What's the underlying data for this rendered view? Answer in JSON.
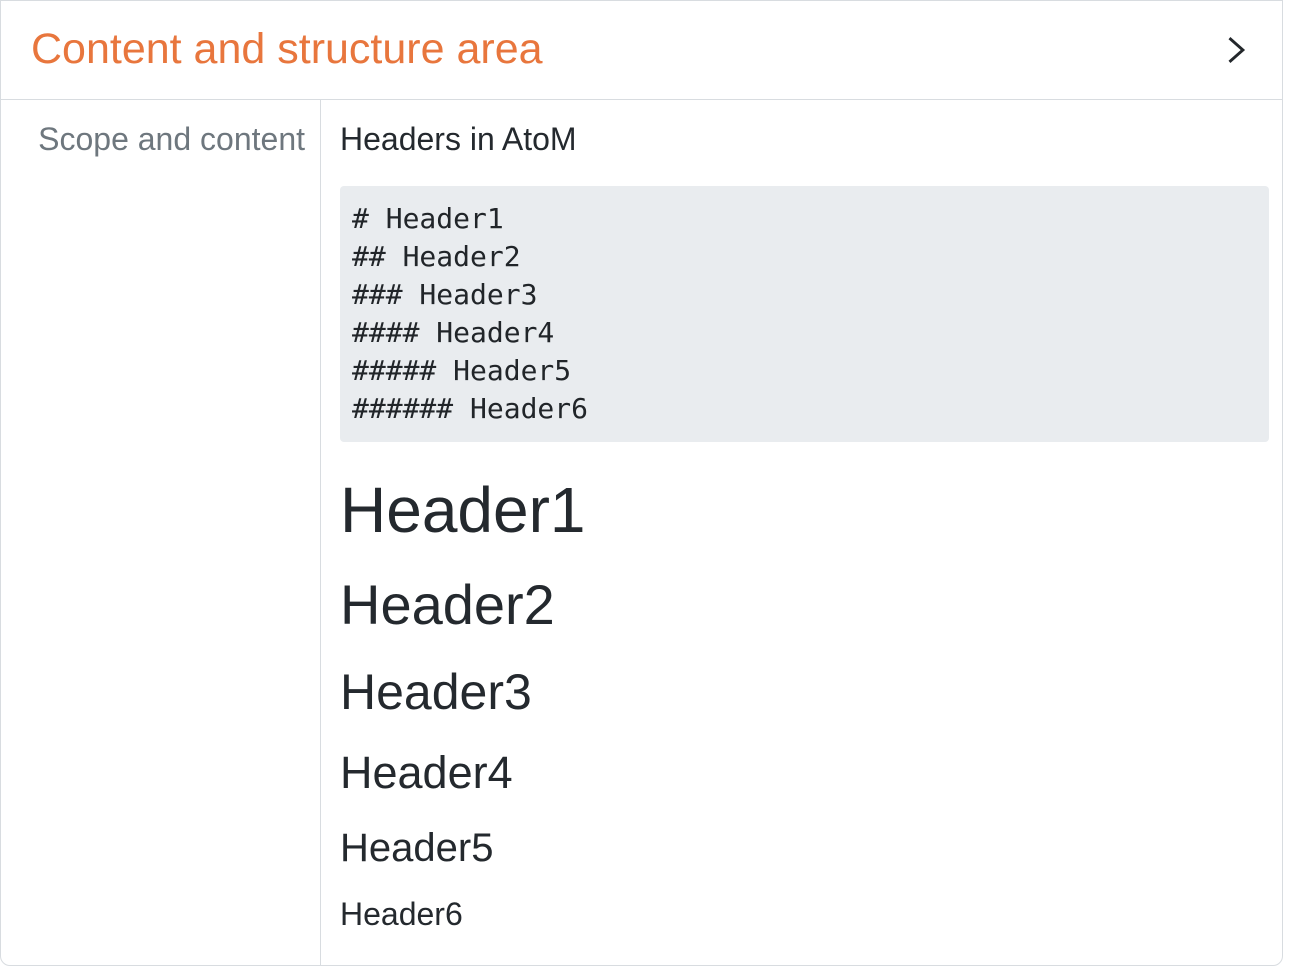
{
  "accordion": {
    "title": "Content and structure area",
    "chevron_icon": "chevron-right"
  },
  "field": {
    "label": "Scope and content",
    "content": {
      "intro": "Headers in AtoM",
      "code_block": {
        "lines": [
          "# Header1",
          "## Header2",
          "### Header3",
          "#### Header4",
          "##### Header5",
          "###### Header6"
        ]
      },
      "headers": [
        {
          "level": "h1",
          "text": "Header1"
        },
        {
          "level": "h2",
          "text": "Header2"
        },
        {
          "level": "h3",
          "text": "Header3"
        },
        {
          "level": "h4",
          "text": "Header4"
        },
        {
          "level": "h5",
          "text": "Header5"
        },
        {
          "level": "h6",
          "text": "Header6"
        }
      ]
    }
  },
  "colors": {
    "accent_orange": "#e8763d",
    "text_dark": "#24292e",
    "label_muted": "#6e777e",
    "code_background": "#e9ecef",
    "border": "#d8dce0"
  }
}
